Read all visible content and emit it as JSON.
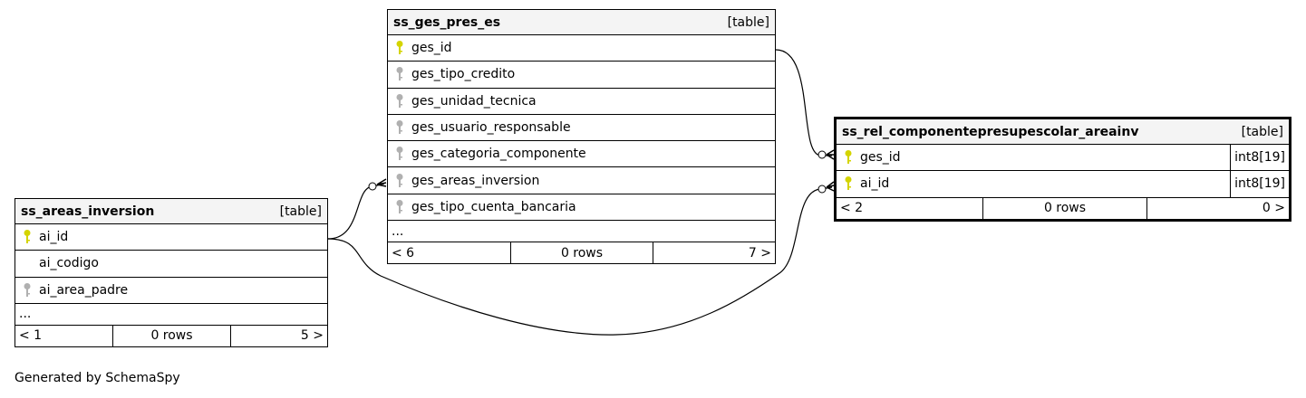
{
  "tables": {
    "ges": {
      "name": "ss_ges_pres_es",
      "kind": "[table]",
      "columns": [
        {
          "name": "ges_id",
          "key": "primary"
        },
        {
          "name": "ges_tipo_credito",
          "key": "foreign"
        },
        {
          "name": "ges_unidad_tecnica",
          "key": "foreign"
        },
        {
          "name": "ges_usuario_responsable",
          "key": "foreign"
        },
        {
          "name": "ges_categoria_componente",
          "key": "foreign"
        },
        {
          "name": "ges_areas_inversion",
          "key": "foreign"
        },
        {
          "name": "ges_tipo_cuenta_bancaria",
          "key": "foreign"
        }
      ],
      "more": "...",
      "footer": {
        "left": "< 6",
        "mid": "0 rows",
        "right": "7 >"
      }
    },
    "areas": {
      "name": "ss_areas_inversion",
      "kind": "[table]",
      "columns": [
        {
          "name": "ai_id",
          "key": "primary"
        },
        {
          "name": "ai_codigo",
          "key": "none"
        },
        {
          "name": "ai_area_padre",
          "key": "foreign"
        }
      ],
      "more": "...",
      "footer": {
        "left": "< 1",
        "mid": "0 rows",
        "right": "5 >"
      }
    },
    "rel": {
      "name": "ss_rel_componentepresupescolar_areainv",
      "kind": "[table]",
      "columns": [
        {
          "name": "ges_id",
          "key": "primary",
          "type": "int8[19]"
        },
        {
          "name": "ai_id",
          "key": "primary",
          "type": "int8[19]"
        }
      ],
      "footer": {
        "left": "< 2",
        "mid": "0 rows",
        "right": "0 >"
      }
    }
  },
  "colors": {
    "primary_key": "#d4d400",
    "foreign_key": "#b0b0b0",
    "header_bg": "#f4f4f4"
  },
  "footer_text": "Generated by SchemaSpy"
}
